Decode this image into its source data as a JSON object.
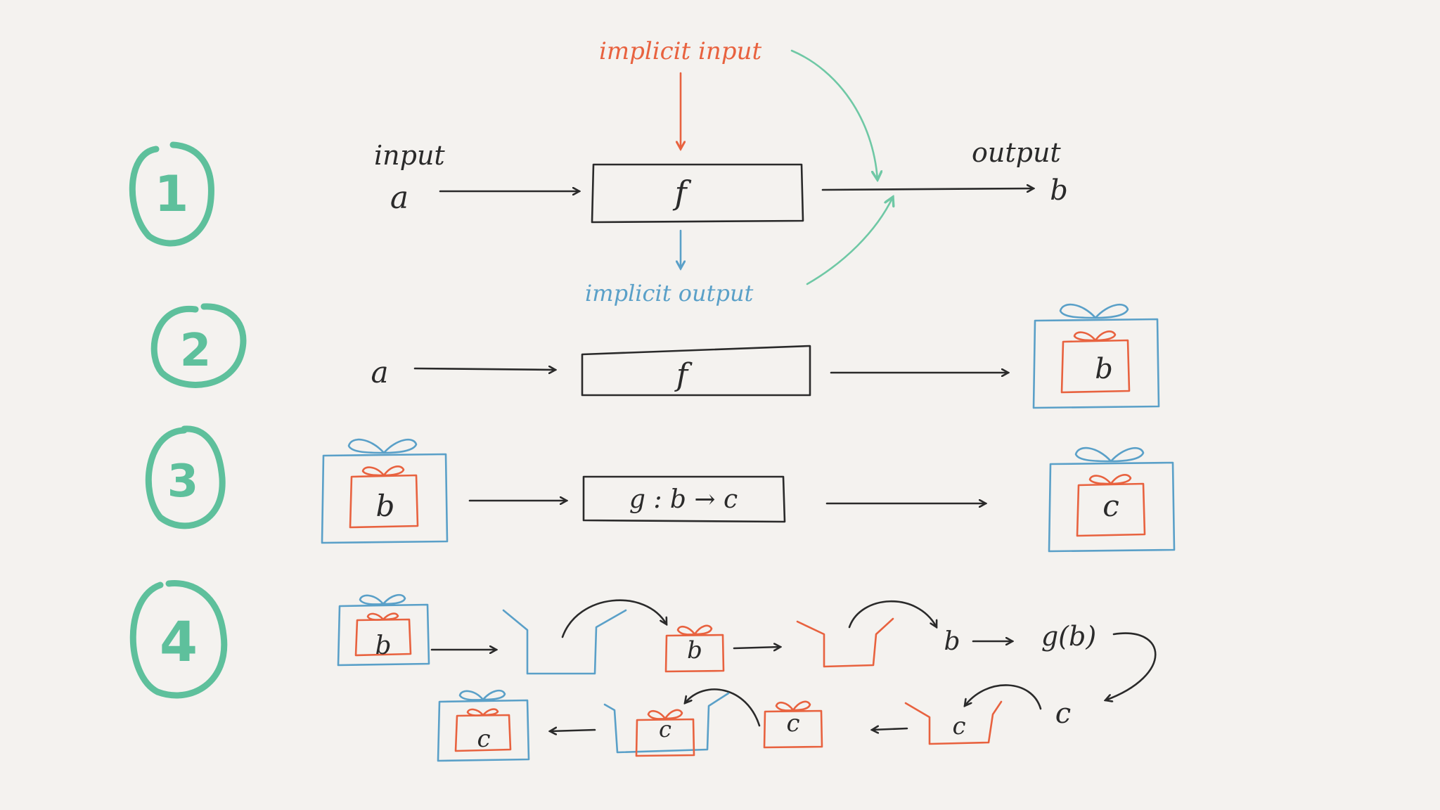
{
  "step_badges": [
    "1",
    "2",
    "3",
    "4"
  ],
  "row1": {
    "implicit_input": "implicit input",
    "input_label": "input",
    "input_var": "a",
    "function": "f",
    "implicit_output": "implicit output",
    "output_label": "output",
    "output_var": "b"
  },
  "row2": {
    "input_var": "a",
    "function": "f",
    "boxed_value": "b"
  },
  "row3": {
    "boxed_input": "b",
    "function": "g : b → c",
    "boxed_output": "c"
  },
  "row4": {
    "boxed_start": "b",
    "unwrapped_b": "b",
    "plain_b": "b",
    "applied": "g(b)",
    "plain_c": "c",
    "c_in_red_box": "c",
    "red_box_c": "c",
    "c_in_blue_box": "c",
    "final_boxed": "c"
  },
  "colors": {
    "ink": "#2a2a2a",
    "implicit_input": "#e8623f",
    "implicit_output": "#5aa0c8",
    "badge": "#5ec09c"
  }
}
